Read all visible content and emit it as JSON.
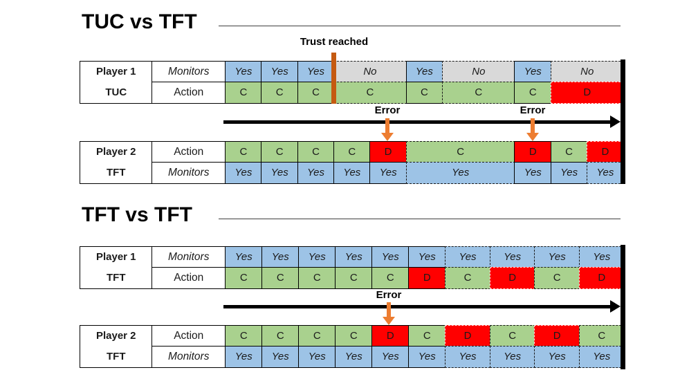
{
  "palette": {
    "yes_cell": "#9DC3E6",
    "no_cell": "#D9D9D9",
    "cooperate_cell": "#A9D18E",
    "defect_cell": "#FF0000",
    "error_arrow_orange": "#ED7D31",
    "trust_bar_orange": "#C55A11"
  },
  "sections": [
    {
      "id": "tuc-vs-tft",
      "title": "TUC vs TFT",
      "trust_label": "Trust reached",
      "error_labels": [
        "Error",
        "Error"
      ],
      "tables": [
        {
          "player": "Player 1",
          "strategy": "TUC",
          "rows": [
            {
              "label": "Monitors",
              "italic": true,
              "cells": [
                {
                  "text": "Yes",
                  "type": "yes",
                  "span": 1,
                  "dashed": false
                },
                {
                  "text": "Yes",
                  "type": "yes",
                  "span": 1,
                  "dashed": false
                },
                {
                  "text": "Yes",
                  "type": "yes",
                  "span": 1,
                  "dashed": false
                },
                {
                  "text": "No",
                  "type": "no",
                  "span": 2,
                  "dashed": true
                },
                {
                  "text": "Yes",
                  "type": "yes",
                  "span": 1,
                  "dashed": false
                },
                {
                  "text": "No",
                  "type": "no",
                  "span": 2,
                  "dashed": true
                },
                {
                  "text": "Yes",
                  "type": "yes",
                  "span": 1,
                  "dashed": false
                },
                {
                  "text": "No",
                  "type": "no",
                  "span": 2,
                  "dashed": true
                }
              ]
            },
            {
              "label": "Action",
              "italic": false,
              "cells": [
                {
                  "text": "C",
                  "type": "c",
                  "span": 1,
                  "dashed": false
                },
                {
                  "text": "C",
                  "type": "c",
                  "span": 1,
                  "dashed": false
                },
                {
                  "text": "C",
                  "type": "c",
                  "span": 1,
                  "dashed": false
                },
                {
                  "text": "C",
                  "type": "c",
                  "span": 2,
                  "dashed": true
                },
                {
                  "text": "C",
                  "type": "c",
                  "span": 1,
                  "dashed": false
                },
                {
                  "text": "C",
                  "type": "c",
                  "span": 2,
                  "dashed": true
                },
                {
                  "text": "C",
                  "type": "c",
                  "span": 1,
                  "dashed": false
                },
                {
                  "text": "D",
                  "type": "d",
                  "span": 2,
                  "dashed": true
                }
              ]
            }
          ]
        },
        {
          "player": "Player 2",
          "strategy": "TFT",
          "rows": [
            {
              "label": "Action",
              "italic": false,
              "cells": [
                {
                  "text": "C",
                  "type": "c",
                  "span": 1,
                  "dashed": false
                },
                {
                  "text": "C",
                  "type": "c",
                  "span": 1,
                  "dashed": false
                },
                {
                  "text": "C",
                  "type": "c",
                  "span": 1,
                  "dashed": false
                },
                {
                  "text": "C",
                  "type": "c",
                  "span": 1,
                  "dashed": false
                },
                {
                  "text": "D",
                  "type": "d",
                  "span": 1,
                  "dashed": false
                },
                {
                  "text": "C",
                  "type": "c",
                  "span": 3,
                  "dashed": true
                },
                {
                  "text": "D",
                  "type": "d",
                  "span": 1,
                  "dashed": false
                },
                {
                  "text": "C",
                  "type": "c",
                  "span": 1,
                  "dashed": false
                },
                {
                  "text": "D",
                  "type": "d",
                  "span": 1,
                  "dashed": true
                }
              ]
            },
            {
              "label": "Monitors",
              "italic": true,
              "cells": [
                {
                  "text": "Yes",
                  "type": "yes",
                  "span": 1,
                  "dashed": false
                },
                {
                  "text": "Yes",
                  "type": "yes",
                  "span": 1,
                  "dashed": false
                },
                {
                  "text": "Yes",
                  "type": "yes",
                  "span": 1,
                  "dashed": false
                },
                {
                  "text": "Yes",
                  "type": "yes",
                  "span": 1,
                  "dashed": false
                },
                {
                  "text": "Yes",
                  "type": "yes",
                  "span": 1,
                  "dashed": false
                },
                {
                  "text": "Yes",
                  "type": "yes",
                  "span": 3,
                  "dashed": true
                },
                {
                  "text": "Yes",
                  "type": "yes",
                  "span": 1,
                  "dashed": false
                },
                {
                  "text": "Yes",
                  "type": "yes",
                  "span": 1,
                  "dashed": false
                },
                {
                  "text": "Yes",
                  "type": "yes",
                  "span": 1,
                  "dashed": true
                }
              ]
            }
          ]
        }
      ]
    },
    {
      "id": "tft-vs-tft",
      "title": "TFT vs TFT",
      "error_labels": [
        "Error"
      ],
      "tables": [
        {
          "player": "Player 1",
          "strategy": "TFT",
          "rows": [
            {
              "label": "Monitors",
              "italic": true,
              "cells": [
                {
                  "text": "Yes",
                  "type": "yes",
                  "span": 1,
                  "dashed": false
                },
                {
                  "text": "Yes",
                  "type": "yes",
                  "span": 1,
                  "dashed": false
                },
                {
                  "text": "Yes",
                  "type": "yes",
                  "span": 1,
                  "dashed": false
                },
                {
                  "text": "Yes",
                  "type": "yes",
                  "span": 1,
                  "dashed": false
                },
                {
                  "text": "Yes",
                  "type": "yes",
                  "span": 1,
                  "dashed": false
                },
                {
                  "text": "Yes",
                  "type": "yes",
                  "span": 1,
                  "dashed": false
                },
                {
                  "text": "Yes",
                  "type": "yes",
                  "span": 1,
                  "dashed": true
                },
                {
                  "text": "Yes",
                  "type": "yes",
                  "span": 1,
                  "dashed": true
                },
                {
                  "text": "Yes",
                  "type": "yes",
                  "span": 1,
                  "dashed": true
                },
                {
                  "text": "Yes",
                  "type": "yes",
                  "span": 1,
                  "dashed": true
                }
              ]
            },
            {
              "label": "Action",
              "italic": false,
              "cells": [
                {
                  "text": "C",
                  "type": "c",
                  "span": 1,
                  "dashed": false
                },
                {
                  "text": "C",
                  "type": "c",
                  "span": 1,
                  "dashed": false
                },
                {
                  "text": "C",
                  "type": "c",
                  "span": 1,
                  "dashed": false
                },
                {
                  "text": "C",
                  "type": "c",
                  "span": 1,
                  "dashed": false
                },
                {
                  "text": "C",
                  "type": "c",
                  "span": 1,
                  "dashed": false
                },
                {
                  "text": "D",
                  "type": "d",
                  "span": 1,
                  "dashed": false
                },
                {
                  "text": "C",
                  "type": "c",
                  "span": 1,
                  "dashed": true
                },
                {
                  "text": "D",
                  "type": "d",
                  "span": 1,
                  "dashed": true
                },
                {
                  "text": "C",
                  "type": "c",
                  "span": 1,
                  "dashed": true
                },
                {
                  "text": "D",
                  "type": "d",
                  "span": 1,
                  "dashed": true
                }
              ]
            }
          ]
        },
        {
          "player": "Player 2",
          "strategy": "TFT",
          "rows": [
            {
              "label": "Action",
              "italic": false,
              "cells": [
                {
                  "text": "C",
                  "type": "c",
                  "span": 1,
                  "dashed": false
                },
                {
                  "text": "C",
                  "type": "c",
                  "span": 1,
                  "dashed": false
                },
                {
                  "text": "C",
                  "type": "c",
                  "span": 1,
                  "dashed": false
                },
                {
                  "text": "C",
                  "type": "c",
                  "span": 1,
                  "dashed": false
                },
                {
                  "text": "D",
                  "type": "d",
                  "span": 1,
                  "dashed": false
                },
                {
                  "text": "C",
                  "type": "c",
                  "span": 1,
                  "dashed": false
                },
                {
                  "text": "D",
                  "type": "d",
                  "span": 1,
                  "dashed": true
                },
                {
                  "text": "C",
                  "type": "c",
                  "span": 1,
                  "dashed": true
                },
                {
                  "text": "D",
                  "type": "d",
                  "span": 1,
                  "dashed": true
                },
                {
                  "text": "C",
                  "type": "c",
                  "span": 1,
                  "dashed": true
                }
              ]
            },
            {
              "label": "Monitors",
              "italic": true,
              "cells": [
                {
                  "text": "Yes",
                  "type": "yes",
                  "span": 1,
                  "dashed": false
                },
                {
                  "text": "Yes",
                  "type": "yes",
                  "span": 1,
                  "dashed": false
                },
                {
                  "text": "Yes",
                  "type": "yes",
                  "span": 1,
                  "dashed": false
                },
                {
                  "text": "Yes",
                  "type": "yes",
                  "span": 1,
                  "dashed": false
                },
                {
                  "text": "Yes",
                  "type": "yes",
                  "span": 1,
                  "dashed": false
                },
                {
                  "text": "Yes",
                  "type": "yes",
                  "span": 1,
                  "dashed": false
                },
                {
                  "text": "Yes",
                  "type": "yes",
                  "span": 1,
                  "dashed": true
                },
                {
                  "text": "Yes",
                  "type": "yes",
                  "span": 1,
                  "dashed": true
                },
                {
                  "text": "Yes",
                  "type": "yes",
                  "span": 1,
                  "dashed": true
                },
                {
                  "text": "Yes",
                  "type": "yes",
                  "span": 1,
                  "dashed": true
                }
              ]
            }
          ]
        }
      ]
    }
  ]
}
